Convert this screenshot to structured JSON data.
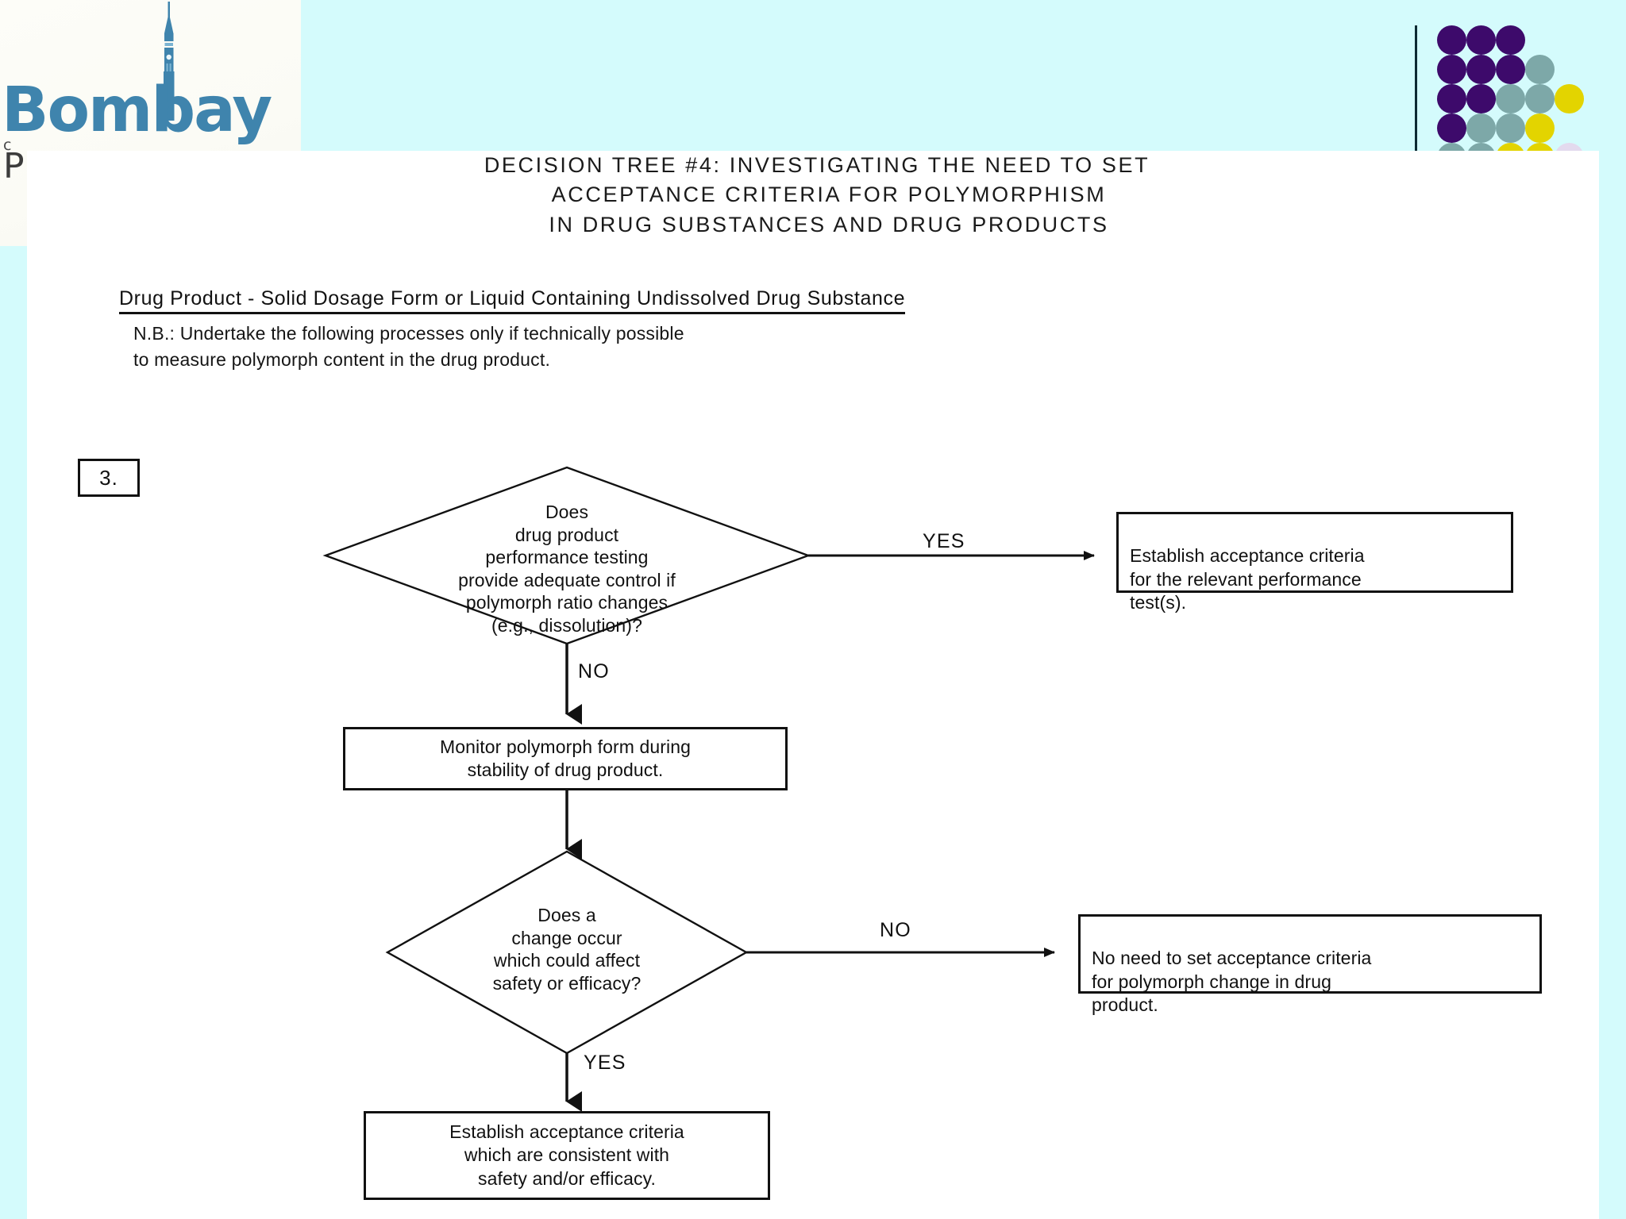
{
  "slide": {
    "background_color": "#d4fbfc",
    "sheet_color": "#ffffff"
  },
  "logo": {
    "wordmark": "Bombay",
    "sub_line_1": "c",
    "sub_line_2": "P",
    "icon": "clock-tower-icon",
    "color": "#3f84ad"
  },
  "decoration": {
    "name": "dot-grid",
    "colors": {
      "purple": "#3d0a6b",
      "teal": "#7da8a8",
      "yellow": "#e3d400",
      "lilac": "#e3daee"
    },
    "rows": [
      [
        "purple",
        "purple",
        "purple",
        "none",
        "none"
      ],
      [
        "purple",
        "purple",
        "purple",
        "teal",
        "none"
      ],
      [
        "purple",
        "purple",
        "teal",
        "teal",
        "yellow"
      ],
      [
        "purple",
        "teal",
        "teal",
        "yellow",
        "none"
      ],
      [
        "teal",
        "teal",
        "yellow",
        "yellow",
        "lilac"
      ]
    ]
  },
  "title": {
    "lines": [
      "DECISION TREE #4: INVESTIGATING THE NEED TO SET",
      "ACCEPTANCE CRITERIA FOR POLYMORPHISM",
      "IN DRUG SUBSTANCES AND DRUG PRODUCTS"
    ]
  },
  "section": {
    "heading": "Drug Product - Solid Dosage Form or Liquid Containing Undissolved Drug Substance",
    "note": "N.B.: Undertake the following processes only if technically possible\nto measure polymorph content in the drug product."
  },
  "step_marker": {
    "label": "3."
  },
  "chart_data": {
    "type": "diagram",
    "diagram_kind": "flowchart-decision-tree",
    "title": "DECISION TREE #4: INVESTIGATING THE NEED TO SET ACCEPTANCE CRITERIA FOR POLYMORPHISM IN DRUG SUBSTANCES AND DRUG PRODUCTS",
    "nodes": [
      {
        "id": "d1",
        "shape": "diamond",
        "text": "Does\ndrug product\nperformance testing\nprovide adequate control if\npolymorph ratio changes\n(e.g., dissolution)?"
      },
      {
        "id": "b1",
        "shape": "rectangle",
        "text": "Establish acceptance criteria\nfor the relevant performance\ntest(s)."
      },
      {
        "id": "b2",
        "shape": "rectangle",
        "text": "Monitor polymorph form during\nstability of drug product."
      },
      {
        "id": "d2",
        "shape": "diamond",
        "text": "Does a\nchange occur\nwhich could affect\nsafety or efficacy?"
      },
      {
        "id": "b3",
        "shape": "rectangle",
        "text": "No need to set acceptance criteria\nfor polymorph change in drug\nproduct."
      },
      {
        "id": "b4",
        "shape": "rectangle",
        "text": "Establish acceptance criteria\nwhich are consistent with\nsafety and/or efficacy."
      }
    ],
    "edges": [
      {
        "from": "d1",
        "to": "b1",
        "label": "YES",
        "direction": "right"
      },
      {
        "from": "d1",
        "to": "b2",
        "label": "NO",
        "direction": "down"
      },
      {
        "from": "b2",
        "to": "d2",
        "label": "",
        "direction": "down"
      },
      {
        "from": "d2",
        "to": "b3",
        "label": "NO",
        "direction": "right"
      },
      {
        "from": "d2",
        "to": "b4",
        "label": "YES",
        "direction": "down"
      }
    ]
  }
}
